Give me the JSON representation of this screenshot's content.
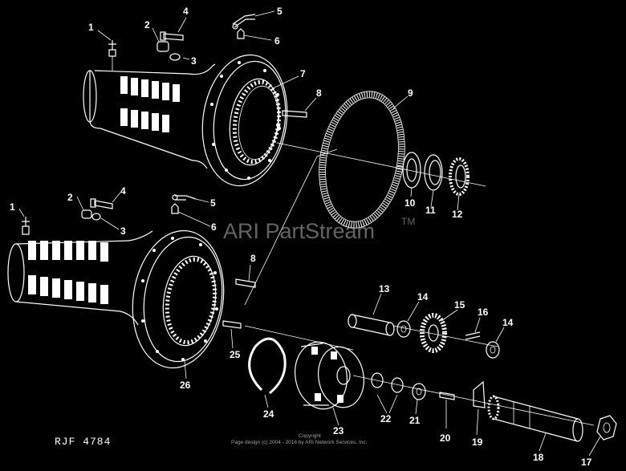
{
  "watermark": {
    "brand": "ARI PartStream",
    "tm": "TM"
  },
  "drawing_code": "RJF 4784",
  "copyright": {
    "line1": "Copyright",
    "line2": "Page design (c) 2004 - 2016 by ARI Network Services, Inc."
  },
  "callouts": {
    "c1a": "1",
    "c2a": "2",
    "c3a": "3",
    "c4a": "4",
    "c5a": "5",
    "c6a": "6",
    "c7": "7",
    "c8a": "8",
    "c9": "9",
    "c10": "10",
    "c11": "11",
    "c12": "12",
    "c1b": "1",
    "c2b": "2",
    "c3b": "3",
    "c4b": "4",
    "c5b": "5",
    "c6b": "6",
    "c8b": "8",
    "c13": "13",
    "c14a": "14",
    "c15": "15",
    "c16": "16",
    "c14b": "14",
    "c25": "25",
    "c26": "26",
    "c24": "24",
    "c23": "23",
    "c22": "22",
    "c21": "21",
    "c20": "20",
    "c19": "19",
    "c18": "18",
    "c17": "17"
  },
  "colors": {
    "background": "#000000",
    "line": "#ffffff",
    "watermark": "#b4b4b4"
  }
}
